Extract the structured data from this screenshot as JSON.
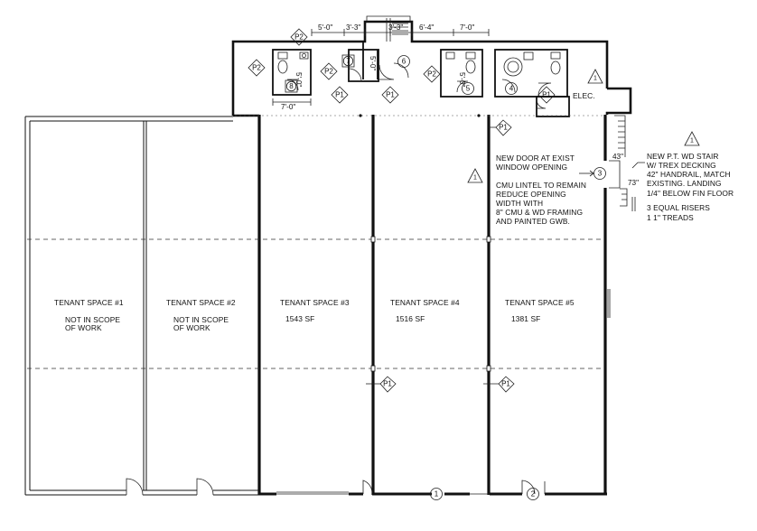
{
  "drawing": {
    "colors": {
      "ink": "#111111",
      "paper": "#ffffff"
    },
    "tenants": [
      {
        "name": "TENANT SPACE #1",
        "note_line1": "NOT IN SCOPE",
        "note_line2": "OF WORK",
        "area": ""
      },
      {
        "name": "TENANT SPACE #2",
        "note_line1": "NOT IN SCOPE",
        "note_line2": "OF WORK",
        "area": ""
      },
      {
        "name": "TENANT SPACE #3",
        "note_line1": "",
        "note_line2": "",
        "area": "1543 SF"
      },
      {
        "name": "TENANT SPACE #4",
        "note_line1": "",
        "note_line2": "",
        "area": "1516 SF"
      },
      {
        "name": "TENANT SPACE #5",
        "note_line1": "",
        "note_line2": "",
        "area": "1381 SF"
      }
    ],
    "dimensions": {
      "top_a": "5'-0\"",
      "top_b": "3'-3\"",
      "top_c": "3'-3\"",
      "top_d": "6'-4\"",
      "top_e": "7'-0\"",
      "lower_left": "7'-0\"",
      "vert_a": "5'-0\"",
      "vert_b": "5'-0\"",
      "vert_c": "5'-0\"",
      "stair_w": "43\"",
      "stair_h": "73\""
    },
    "tags": {
      "p2": "P2",
      "p1": "P1",
      "door_1": "1",
      "door_2": "2",
      "door_3": "3",
      "door_4": "4",
      "door_5": "5",
      "door_6": "6",
      "door_7": "7",
      "door_8": "8",
      "revision": "1"
    },
    "elec_label": "ELEC.",
    "door_note": [
      "NEW DOOR AT EXIST",
      "WINDOW OPENING"
    ],
    "lintel_note": [
      "CMU LINTEL TO REMAIN",
      "REDUCE OPENING",
      "WIDTH WITH",
      "8\" CMU & WD FRAMING",
      "AND PAINTED GWB."
    ],
    "stair_note": [
      "NEW P.T. WD STAIR",
      "W/ TREX DECKING",
      "42\" HANDRAIL, MATCH",
      "EXISTING. LANDING",
      "1/4\" BELOW FIN FLOOR",
      "3 EQUAL RISERS",
      "1 1\" TREADS"
    ]
  }
}
